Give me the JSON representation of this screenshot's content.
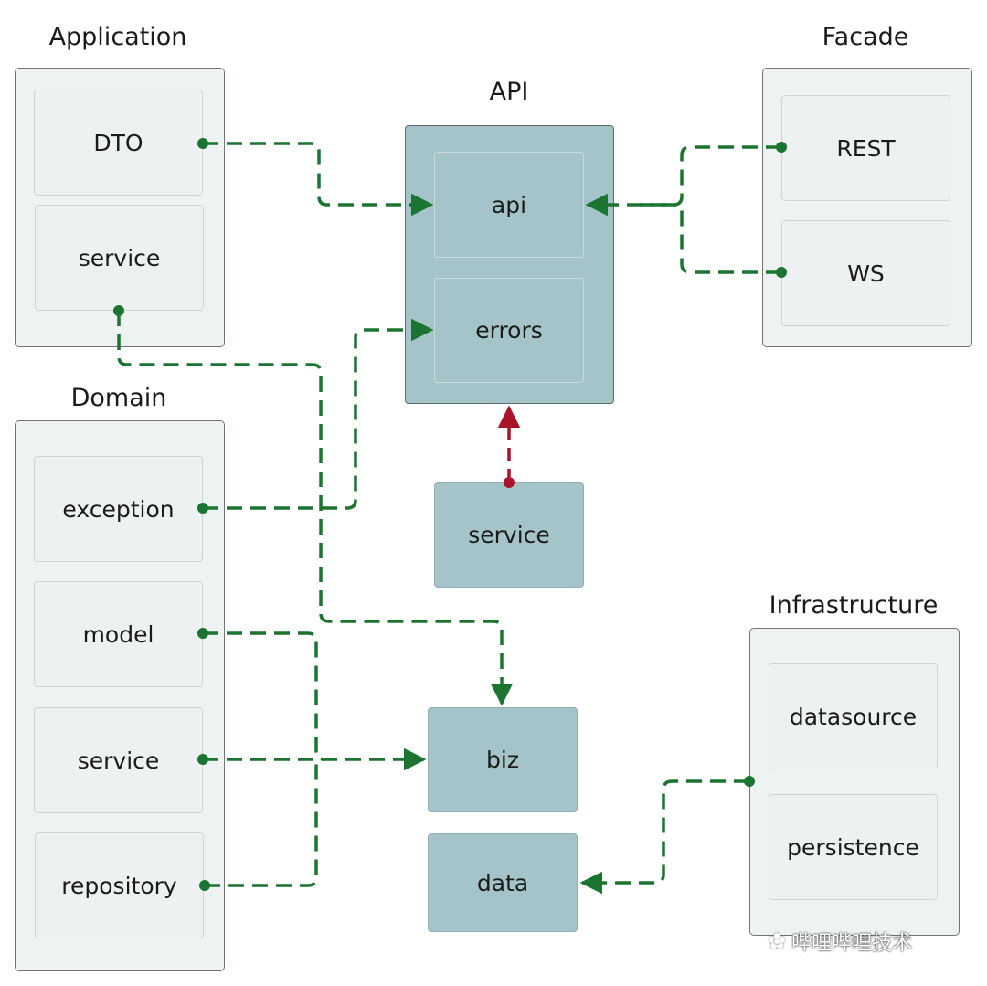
{
  "groups": {
    "application": "Application",
    "api": "API",
    "facade": "Facade",
    "domain": "Domain",
    "infrastructure": "Infrastructure"
  },
  "application": {
    "dto": "DTO",
    "service": "service"
  },
  "api": {
    "api": "api",
    "errors": "errors",
    "service": "service"
  },
  "facade": {
    "rest": "REST",
    "ws": "WS"
  },
  "domain": {
    "exception": "exception",
    "model": "model",
    "service": "service",
    "repository": "repository"
  },
  "core": {
    "biz": "biz",
    "data": "data"
  },
  "infrastructure": {
    "datasource": "datasource",
    "persistence": "persistence"
  },
  "watermark": "哔哩哔哩技术",
  "colors": {
    "green": "#1b7530",
    "red": "#a9142a",
    "teal": "#a5c4ca"
  }
}
